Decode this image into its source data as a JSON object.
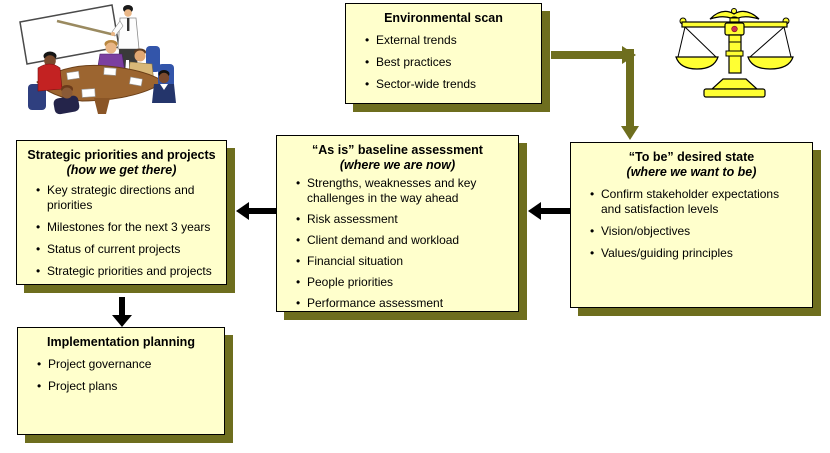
{
  "diagram": {
    "boxes": {
      "environmental_scan": {
        "title": "Environmental scan",
        "bullets": [
          "External trends",
          "Best practices",
          "Sector-wide trends"
        ]
      },
      "to_be": {
        "title": "“To be” desired state",
        "subtitle": "(where we want to be)",
        "bullets": [
          "Confirm stakeholder expectations and satisfaction levels",
          "Vision/objectives",
          "Values/guiding principles"
        ]
      },
      "as_is": {
        "title": "“As is” baseline assessment",
        "subtitle": "(where we are now)",
        "bullets": [
          "Strengths, weaknesses and key challenges in the way ahead",
          "Risk assessment",
          "Client demand and workload",
          "Financial situation",
          "People priorities",
          "Performance assessment"
        ]
      },
      "strategic_priorities": {
        "title": "Strategic priorities and projects",
        "subtitle": "(how we get there)",
        "bullets": [
          "Key strategic directions and priorities",
          "Milestones for the next 3 years",
          "Status of current projects",
          "Strategic priorities and projects"
        ]
      },
      "implementation_planning": {
        "title": "Implementation planning",
        "bullets": [
          "Project governance",
          "Project plans"
        ]
      }
    },
    "icons": {
      "meeting": "meeting-clipart",
      "scales": "scales-of-justice"
    },
    "colors": {
      "box_fill": "#FFFFCC",
      "box_border": "#000000",
      "shadow_olive": "#6E6E1E",
      "arrow_olive": "#6E6E1E",
      "arrow_black": "#000000",
      "scales_yellow": "#FFFF33"
    }
  }
}
